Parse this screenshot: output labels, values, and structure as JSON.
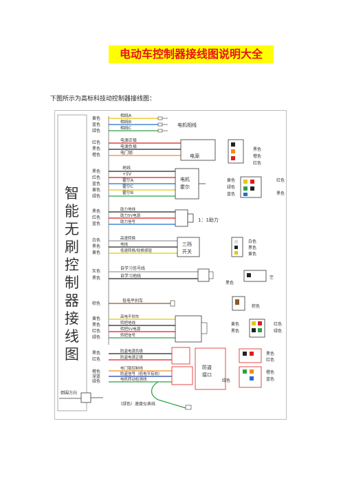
{
  "title": "电动车控制器接线图说明大全",
  "intro": "下图所示为高标科技动控制器接线图：",
  "vertical_title": [
    "智",
    "能",
    "无",
    "刷",
    "控",
    "制",
    "器",
    "接",
    "线",
    "图"
  ],
  "colors": {
    "title_bg": "#ffff00",
    "title_fg": "#e8101a",
    "yellow": "#e6c800",
    "blue": "#1f6fd1",
    "green": "#2ea043",
    "red": "#e01b1b",
    "black": "#222222",
    "orange": "#f08c1a",
    "gray": "#9a9a9a",
    "brown": "#8b5a2b",
    "purple": "#b24bd1",
    "pink": "#d9367a"
  },
  "groups": {
    "phase": {
      "colors": [
        "黄色",
        "蓝色",
        "绿色"
      ],
      "wires": [
        "相线A",
        "相线B",
        "相线C"
      ],
      "name": "电机相线"
    },
    "power": {
      "colors": [
        "红色",
        "黑色",
        "橙色"
      ],
      "wires": [
        "电源正极",
        "电源负极",
        "电门锁"
      ],
      "box": "电源",
      "conn": [
        "黑色",
        "橙色",
        "红色"
      ]
    },
    "hall": {
      "colors": [
        "黑色",
        "红色",
        "蓝色",
        "黄色",
        "绿色"
      ],
      "wires": [
        "地线",
        "+5V",
        "霍尔A",
        "霍尔C",
        "霍尔B"
      ],
      "box": [
        "电机",
        "霍尔"
      ],
      "conn_left": [
        "黄色",
        "绿色",
        "蓝色"
      ],
      "conn_right": [
        "红色",
        "黑色"
      ]
    },
    "assist": {
      "colors": [
        "黑色",
        "红色",
        "蓝色"
      ],
      "wires": [
        "助力地线",
        "助力5V电源",
        "助力信号"
      ],
      "label": "1：1助力"
    },
    "speed3": {
      "colors": [
        "白色",
        "黑色",
        "黄色"
      ],
      "wires": [
        "高速转换",
        "地线",
        "低速转换/较换按钮"
      ],
      "box": [
        "三挡",
        "开关"
      ],
      "conn": [
        "白色",
        "黑色",
        "黄色"
      ]
    },
    "learn": {
      "colors": [
        "灰色",
        "黑色"
      ],
      "wires": [
        "自学习信号线",
        "自学习地线"
      ],
      "conn_left": "黑色",
      "conn_right": "空"
    },
    "brake": {
      "colors": [
        "棕色"
      ],
      "wires": [
        "低电平刹车"
      ],
      "conn": "棕色"
    },
    "throttle": {
      "colors": [
        "黄色",
        "黑色",
        "红色",
        "绿色"
      ],
      "wires": [
        "高电平刹车",
        "转把地线",
        "转把5V电源",
        "转把信号"
      ],
      "conn_left": [
        "黄色",
        "黑色"
      ],
      "conn_right": [
        "红色",
        "绿色"
      ]
    },
    "antitheft": {
      "colors": [
        "黑色",
        "红色",
        "",
        "橙色",
        "深蓝",
        "绿色"
      ],
      "wires": [
        "防盗电源负极",
        "防盗电源正极",
        "电门锁控制线",
        "防盗信号（低电平有效）",
        "电机转动检测线"
      ],
      "box": [
        "防盗",
        "接口"
      ],
      "conn_right": [
        "黑色",
        "红色",
        "橙色",
        "蓝色"
      ],
      "conn_left": "绿色"
    },
    "reverse": {
      "label": "倒围方向",
      "meter": "（绿色）速度仪表线"
    }
  }
}
